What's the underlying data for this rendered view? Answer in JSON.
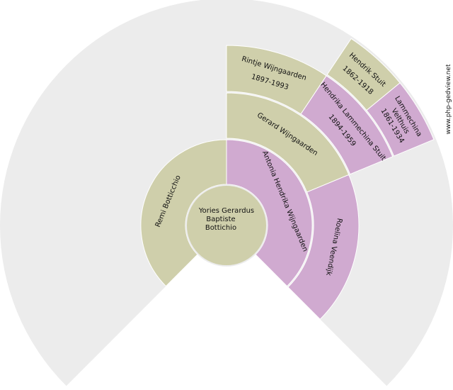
{
  "colors": {
    "male": "#cfcfab",
    "female": "#d0aad0",
    "background": "#ececec",
    "separator": "#ffffff"
  },
  "center": {
    "lines": [
      "Yories Gerardus",
      "Baptiste",
      "Bottichio"
    ],
    "sex": "male"
  },
  "watermark": "www.php-gedview.net",
  "rings": [
    [
      {
        "lines": [
          "Remi Botticchio"
        ],
        "sex": "male",
        "start": -135,
        "end": 0
      },
      {
        "lines": [
          "Antonia Hendrika Wijngaarden"
        ],
        "sex": "female",
        "start": 0,
        "end": 135
      }
    ],
    [
      {
        "lines": [
          "Gerard Wijngaarden"
        ],
        "sex": "male",
        "start": 0,
        "end": 67.5
      },
      {
        "lines": [
          "Roelina Veendijk"
        ],
        "sex": "female",
        "start": 67.5,
        "end": 135
      }
    ],
    [
      {
        "lines": [
          "Rintje Wijngaarden",
          "1897-1993"
        ],
        "sex": "male",
        "start": 0,
        "end": 33.75
      },
      {
        "lines": [
          "Hendrika Lammechina Stuit",
          "1894-1959"
        ],
        "sex": "female",
        "start": 33.75,
        "end": 67.5
      }
    ],
    [
      {
        "lines": [
          "Hendrik Stuit",
          "1862-1918"
        ],
        "sex": "male",
        "start": 33.75,
        "end": 50.625
      },
      {
        "lines": [
          "Lammechina",
          "Velthuis",
          "1861-1934"
        ],
        "sex": "female",
        "start": 50.625,
        "end": 67.5
      }
    ]
  ]
}
